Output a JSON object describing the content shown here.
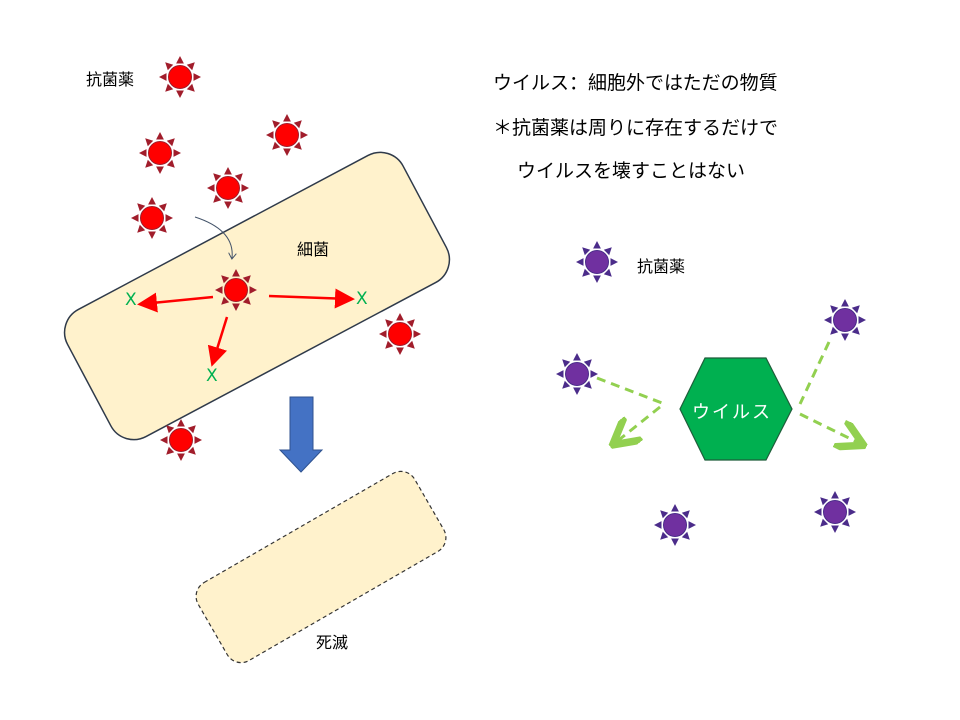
{
  "labels": {
    "antibiotic_left": "抗菌薬",
    "bacterium": "細菌",
    "dead": "死滅",
    "antibiotic_right": "抗菌薬",
    "virus": "ウイルス",
    "x_mark": "X"
  },
  "notes": [
    "ウイルス：細胞外ではただの物質",
    "＊抗菌薬は周りに存在するだけで",
    "ウイルスを壊すことはない"
  ],
  "colors": {
    "antibiotic_red": "#ff0000",
    "antibiotic_red_rays": "#a11d2b",
    "antibiotic_purple": "#7030a0",
    "antibiotic_purple_rays": "#4b2c8a",
    "bacterium_fill": "#fff2cc",
    "virus_fill": "#00b050",
    "arrow_blue": "#4472c4",
    "dashed_green": "#92d050",
    "x_green": "#00b050"
  }
}
